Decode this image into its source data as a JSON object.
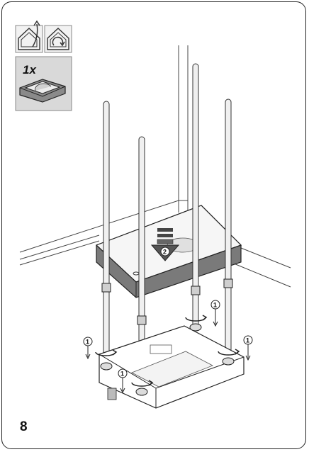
{
  "step": {
    "number": "8"
  },
  "parts_box": {
    "quantity_label": "1x"
  },
  "callouts": {
    "turn_label": "1",
    "push_label": "2"
  },
  "icons": {
    "top": [
      "house-exit-icon",
      "house-rotate-icon"
    ],
    "part": "mounting-bracket-icon",
    "rotate": "rotate-arrow-icon",
    "push": "push-down-arrow-icon"
  }
}
